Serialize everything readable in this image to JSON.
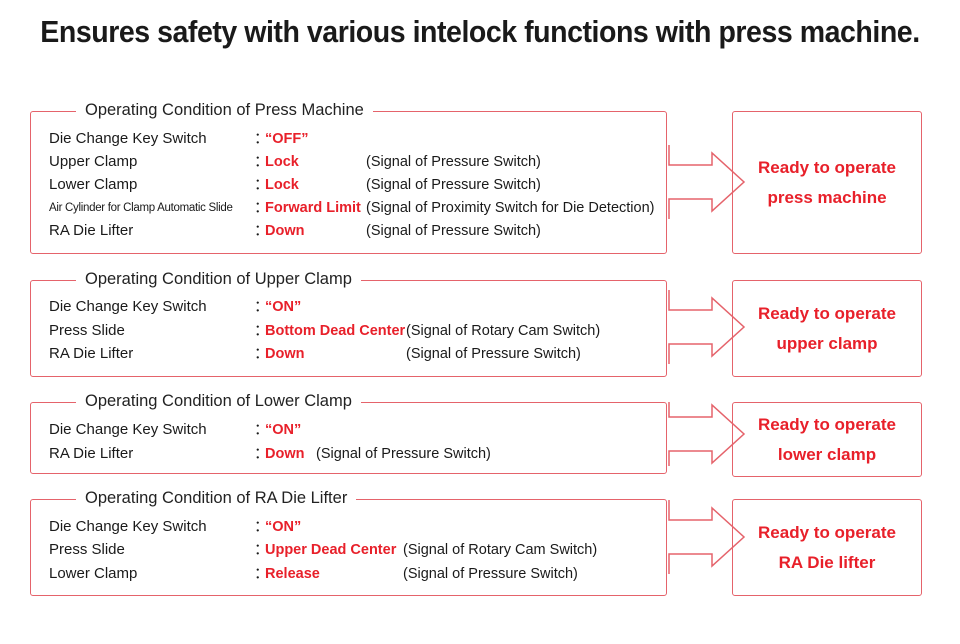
{
  "title": "Ensures safety with various intelock functions with press machine.",
  "colors": {
    "accent": "#e8202a",
    "border": "#e5636b"
  },
  "sections": [
    {
      "heading": "Operating Condition of Press Machine",
      "rows": [
        {
          "label": "Die Change Key Switch",
          "colon": "：",
          "value": "“OFF”",
          "signal": ""
        },
        {
          "label": "Upper Clamp",
          "colon": "：",
          "value": "Lock",
          "signal": "(Signal of Pressure Switch)"
        },
        {
          "label": "Lower Clamp",
          "colon": "：",
          "value": "Lock",
          "signal": "(Signal of Pressure Switch)"
        },
        {
          "label": "Air Cylinder for Clamp Automatic Slide",
          "colon": "：",
          "value": "Forward Limit",
          "signal": "(Signal of Proximity Switch for Die Detection)"
        },
        {
          "label": "RA Die Lifter",
          "colon": "：",
          "value": "Down",
          "signal": "(Signal of Pressure Switch)"
        }
      ],
      "result": {
        "line1": "Ready to operate",
        "line2": "press machine"
      }
    },
    {
      "heading": "Operating Condition of Upper Clamp",
      "rows": [
        {
          "label": "Die Change Key Switch",
          "colon": "：",
          "value": "“ON”",
          "signal": ""
        },
        {
          "label": "Press Slide",
          "colon": "：",
          "value": "Bottom Dead Center",
          "signal": "(Signal of Rotary Cam Switch)"
        },
        {
          "label": "RA Die Lifter",
          "colon": "：",
          "value": "Down",
          "signal": "(Signal of Pressure Switch)"
        }
      ],
      "result": {
        "line1": "Ready to operate",
        "line2": "upper clamp"
      }
    },
    {
      "heading": "Operating Condition of Lower Clamp",
      "rows": [
        {
          "label": "Die Change Key Switch",
          "colon": "：",
          "value": "“ON”",
          "signal": ""
        },
        {
          "label": "RA Die Lifter",
          "colon": "：",
          "value": "Down",
          "signal": "(Signal of Pressure Switch)"
        }
      ],
      "result": {
        "line1": "Ready to operate",
        "line2": "lower clamp"
      }
    },
    {
      "heading": "Operating Condition of RA Die Lifter",
      "rows": [
        {
          "label": "Die Change Key Switch",
          "colon": "：",
          "value": "“ON”",
          "signal": ""
        },
        {
          "label": "Press Slide",
          "colon": "：",
          "value": "Upper Dead Center",
          "signal": "(Signal of Rotary Cam Switch)"
        },
        {
          "label": "Lower Clamp",
          "colon": "：",
          "value": "Release",
          "signal": "(Signal of Pressure Switch)"
        }
      ],
      "result": {
        "line1": "Ready to operate",
        "line2": "RA Die lifter"
      }
    }
  ]
}
